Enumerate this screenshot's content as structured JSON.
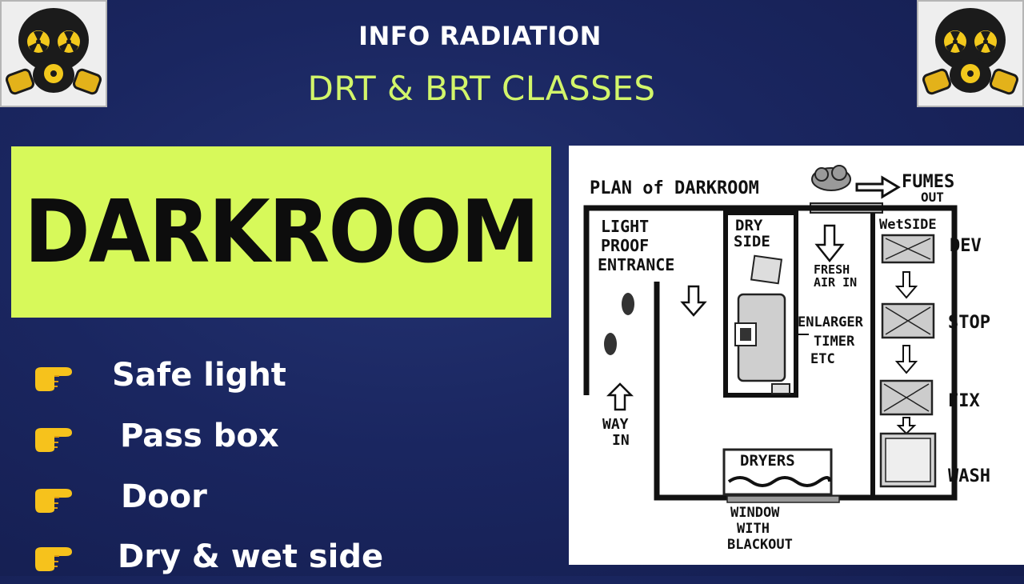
{
  "header": {
    "title": "INFO RADIATION",
    "subtitle": "DRT & BRT CLASSES"
  },
  "logos": {
    "left_icon": "gas-mask-radiation-icon",
    "right_icon": "gas-mask-radiation-icon"
  },
  "banner": {
    "title": "DARKROOM",
    "background": "#d7f95a"
  },
  "list": {
    "bullet_icon": "pointing-hand-icon",
    "items": [
      {
        "label": "Safe light"
      },
      {
        "label": "Pass box"
      },
      {
        "label": "Door"
      },
      {
        "label": "Dry & wet side"
      }
    ]
  },
  "diagram": {
    "title": "PLAN of DARKROOM",
    "fumes": "FUMES",
    "out": "OUT",
    "light_proof_entrance": [
      "LIGHT",
      "PROOF",
      "ENTRANCE"
    ],
    "dry_side": [
      "DRY",
      "SIDE"
    ],
    "fresh_air_in": [
      "FRESH",
      "AIR IN"
    ],
    "wet_side": "WetSIDE",
    "enlarger": [
      "ENLARGER",
      "TIMER",
      "ETC"
    ],
    "way_in": [
      "WAY",
      "IN"
    ],
    "dryers": "DRYERS",
    "window": [
      "WINDOW",
      "WITH",
      "BLACKOUT"
    ],
    "steps": [
      "DEV",
      "STOP",
      "FIX",
      "WASH"
    ]
  },
  "colors": {
    "background": "#1a2660",
    "subtitle": "#d2f56a",
    "bullet": "#f6c21c"
  }
}
